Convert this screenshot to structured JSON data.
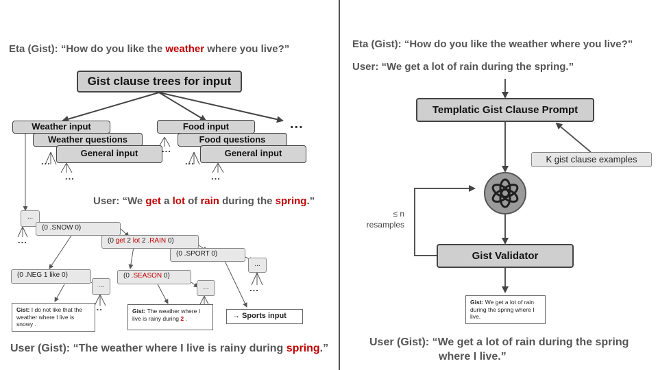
{
  "left": {
    "eta_prefix": "Eta (Gist): “How do you like the ",
    "eta_highlight": "weather",
    "eta_suffix": " where you live?”",
    "tree_title": "Gist clause trees for input",
    "weather_stack": [
      "Weather input",
      "Weather questions",
      "General input"
    ],
    "food_stack": [
      "Food input",
      "Food questions",
      "General input"
    ],
    "ellipsis": "...",
    "user_quote": {
      "parts": [
        {
          "t": "User: “We ",
          "red": false
        },
        {
          "t": "get",
          "red": true
        },
        {
          "t": " a ",
          "red": false
        },
        {
          "t": "lot",
          "red": true
        },
        {
          "t": " of ",
          "red": false
        },
        {
          "t": "rain",
          "red": true
        },
        {
          "t": " during the ",
          "red": false
        },
        {
          "t": "spring",
          "red": true
        },
        {
          "t": ".”",
          "red": false
        }
      ]
    },
    "patterns": {
      "snow": "(0 .SNOW 0)",
      "rain_parts": [
        {
          "t": "(0 ",
          "red": false
        },
        {
          "t": "get",
          "red": true
        },
        {
          "t": " 2 ",
          "red": false
        },
        {
          "t": "lot",
          "red": true
        },
        {
          "t": " 2 ",
          "red": false
        },
        {
          "t": ".RAIN",
          "red": true
        },
        {
          "t": " 0)",
          "red": false
        }
      ],
      "sport": "(0 .SPORT 0)",
      "neg": "(0 .NEG 1 like 0)",
      "season_parts": [
        {
          "t": "(0 ",
          "red": false
        },
        {
          "t": ".SEASON",
          "red": true
        },
        {
          "t": " 0)",
          "red": false
        }
      ]
    },
    "leaves": {
      "gist1_label": "Gist:",
      "gist1_text": " I do not like that the weather where I live is snowy .",
      "gist2_label": "Gist:",
      "gist2_text": " The weather where I live is rainy during ",
      "gist2_num": "2",
      "gist2_end": " .",
      "sports": "→ Sports input"
    },
    "user_gist_prefix": "User (Gist): “The weather where I live is rainy during ",
    "user_gist_highlight": "spring",
    "user_gist_suffix": ".”"
  },
  "right": {
    "eta": "Eta (Gist): “How do you like the weather where you live?”",
    "user": "User: “We get a lot of rain during the spring.”",
    "prompt_box": "Templatic Gist Clause Prompt",
    "examples_box": "K gist clause examples",
    "resample_line1": "≤ n",
    "resample_line2": "resamples",
    "validator_box": "Gist Validator",
    "output_label": "Gist:",
    "output_text": " We get a lot of rain during the spring where I live.",
    "final_line1": "User (Gist): “We get a lot of rain during the spring",
    "final_line2": "where I live.”"
  },
  "colors": {
    "highlight": "#c00000",
    "box_fill": "#d4d4d4",
    "divider": "#555555"
  },
  "icons": {
    "llm": "openai-logo-icon"
  }
}
